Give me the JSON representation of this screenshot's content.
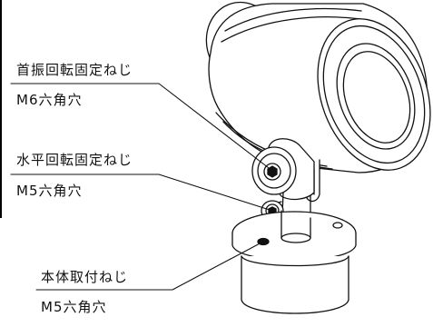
{
  "callouts": [
    {
      "name": "首振回転固定ねじ",
      "spec": "M6六角穴"
    },
    {
      "name": "水平回転固定ねじ",
      "spec": "M5六角穴"
    },
    {
      "name": "本体取付ねじ",
      "spec": "M5六角穴"
    }
  ],
  "colors": {
    "line": "#111111",
    "background": "#ffffff"
  }
}
